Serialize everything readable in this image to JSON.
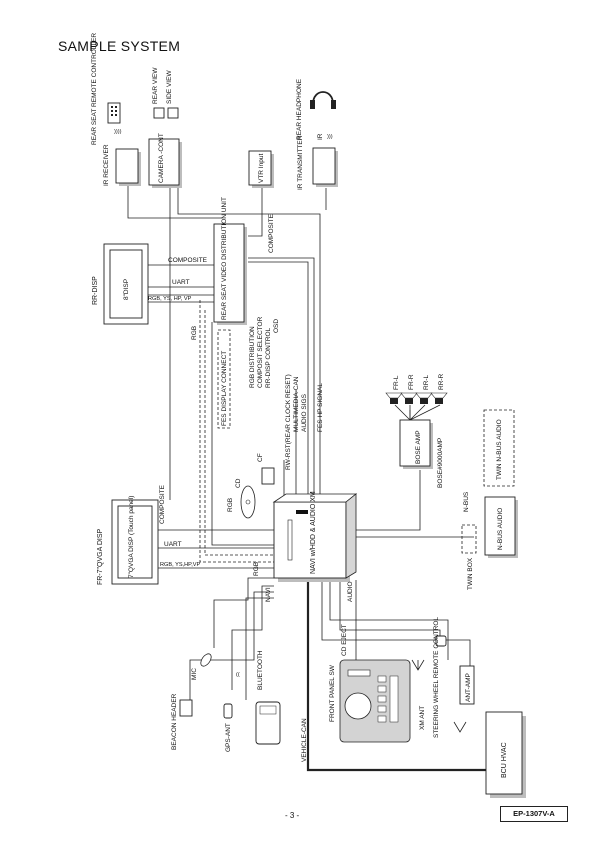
{
  "page": {
    "title": "SAMPLE SYSTEM",
    "number": "- 3 -",
    "doc_code": "EP-1307V-A"
  },
  "units": {
    "rear_seat_remote": "REAR SEAT REMOTE CONTROLLER",
    "rear_view": "REAR VIEW",
    "side_view": "SIDE VIEW",
    "rear_headphone": "REAR HEADPHONE",
    "ir_receiver": "IR RECEIVER",
    "camera_cont": "CAMERA -CONT",
    "vtr_input": "VTR Input",
    "ir_transmitter": "IR TRANSMITTER",
    "rr_disp": "RR-DISP",
    "disp_8": "8\"DISP",
    "distribution_unit": "REAR SEAT VIDEO DISTRIBUTION UNIT",
    "fr_disp": "FR-7\"QVGA DISP",
    "disp_7": "7\"QVGA DISP (Touch panel)",
    "navi_unit": "NAVI w/HDD & AUDIO XM",
    "cd": "CD",
    "cf": "CF",
    "bose_amp": "BOSE AMP",
    "bose_label": "BOSE#9000AMP",
    "twin_nbus_audio": "TWIN N-BUS AUDIO",
    "nbus_audio": "N-BUS AUDIO",
    "twin_box": "TWIN BOX",
    "nbus": "N-BUS",
    "speakers": [
      "FR-L",
      "FR-R",
      "RR-L",
      "RR-R"
    ],
    "mic": "MIC",
    "bluetooth": "BLUETOOTH",
    "beacon_header": "BEACON HEADER",
    "gps_ant": "GPS-ANT",
    "front_panel_sw": "FRONT PANEL SW",
    "cd_eject": "CD EJECT",
    "xm_ant": "XM ANT",
    "steering_remote": "STEERING WHEEL REMOTE CONTROL",
    "ant_amp": "ANT-AMP",
    "bcu_hvac": "BCU HVAC",
    "vehicle_can": "VEHICLE-CAN",
    "fes_display_connect": "FES DISPLAY CONNECT"
  },
  "signals": {
    "ir": "IR",
    "composite": "COMPOSITE",
    "uart": "UART",
    "rgb": "RGB",
    "rgb_list": "RGB, YS, HP, VP",
    "rgb_list2": "RGB, YS,HP,VP",
    "rgb_distribution": "RGB DISTRIBUTION",
    "composit_selector": "COMPOSIT SELECTOR",
    "rr_disp_control": "RR-DISP CONTROL",
    "osd": "OSD",
    "rw_rst": "RW-RST(REAR CLOCK RESET)",
    "multimedia_can": "MULTIMEDIA-CAN",
    "audio_sigs": "AUDIO SIGS",
    "fes_hp_signal": "FES HP SIGNAL",
    "navi": "NAVI",
    "audio": "AUDIO"
  }
}
